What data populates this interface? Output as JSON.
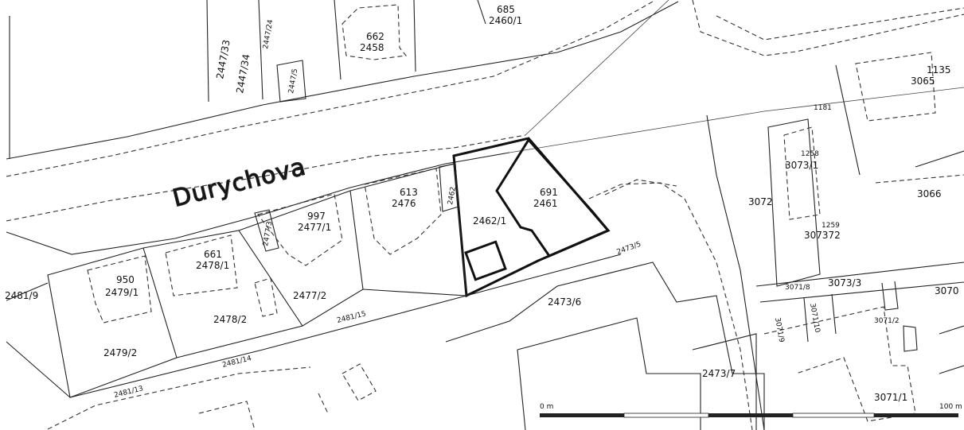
{
  "street": {
    "name": "Durychova"
  },
  "parcels": [
    "2447/33",
    "2447/34",
    "2447/24",
    "2447/5",
    "2458",
    "662",
    "2460/1",
    "685",
    "2462/1",
    "2461",
    "691",
    "2462",
    "2476",
    "613",
    "2477/1",
    "997",
    "2477/3",
    "2478/1",
    "661",
    "2479/1",
    "950",
    "2481/9",
    "2478/2",
    "2477/2",
    "2479/2",
    "2481/13",
    "2481/14",
    "2481/15",
    "2473/5",
    "2473/6",
    "2473/7",
    "3065",
    "1135",
    "3066",
    "1181",
    "1258",
    "3073/1",
    "3072",
    "307372",
    "1259",
    "3073/3",
    "3071/8",
    "3070",
    "3071/9",
    "3071/10",
    "3071/2",
    "3071/1"
  ],
  "scale_bar": {
    "start_label": "0 m",
    "end_label": "100 m"
  }
}
